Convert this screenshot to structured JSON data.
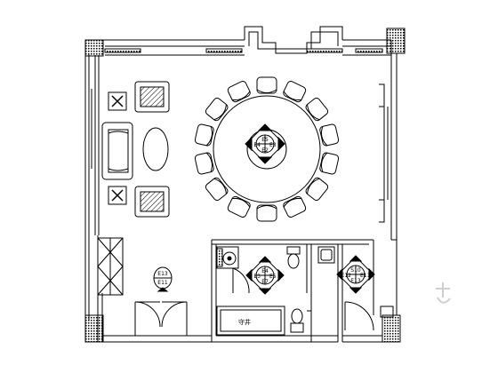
{
  "palette": {
    "line": "#000000",
    "hatch": "#000000",
    "background": "#ffffff",
    "watermark": "#cfcfcf"
  },
  "room_marker_tags": {
    "main_top": "E5",
    "main_left": "E4",
    "main_right": "E3",
    "main_bottom": "E2",
    "left_marker_top": "E13",
    "left_marker_bottom": "E11",
    "wc_top": "E4",
    "wc_left": "E3",
    "wc_right": "E5",
    "wc_bottom": "E7",
    "right_top": "S10",
    "right_left": "E12",
    "right_right": "E11",
    "right_bottom": "E13"
  },
  "labels": {
    "bottom_room": "守井"
  },
  "watermark": {
    "icon": "watermark-glyph"
  }
}
